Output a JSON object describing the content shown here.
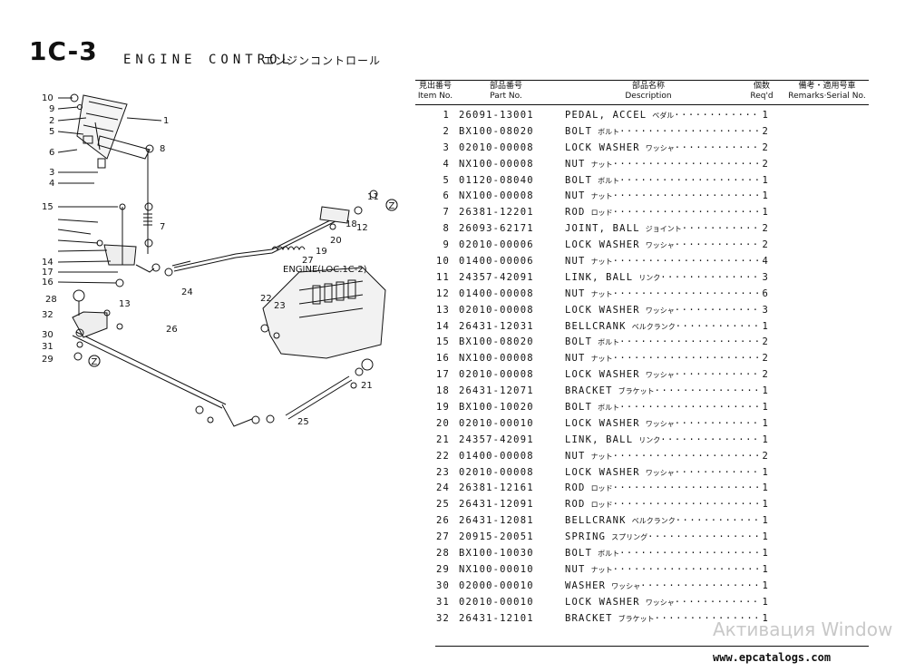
{
  "header": {
    "page_code": "1C-3",
    "section_title": "ENGINE CONTROL",
    "section_title_jp": "エンジンコントロール"
  },
  "columns": {
    "item_no_jp": "見出番号",
    "item_no": "Item No.",
    "part_no_jp": "部品番号",
    "part_no": "Part No.",
    "description_jp": "部品名称",
    "description": "Description",
    "qty_jp": "個数",
    "qty": "Req'd",
    "remarks_jp": "備考・適用号車",
    "remarks": "Remarks·Serial No."
  },
  "diagram": {
    "engine_label": "ENGINE(LOC.1C-2)",
    "ref_marker": "Z",
    "callouts": [
      "1",
      "2",
      "3",
      "4",
      "5",
      "6",
      "7",
      "8",
      "9",
      "10",
      "11",
      "12",
      "13",
      "14",
      "15",
      "16",
      "17",
      "18",
      "19",
      "20",
      "21",
      "22",
      "23",
      "24",
      "25",
      "26",
      "27",
      "28",
      "29",
      "30",
      "31",
      "32"
    ]
  },
  "parts": [
    {
      "no": "1",
      "part": "26091-13001",
      "desc": "PEDAL, ACCEL",
      "jp": "ペダル",
      "qty": "1"
    },
    {
      "no": "2",
      "part": "BX100-08020",
      "desc": "BOLT",
      "jp": "ボルト",
      "qty": "2"
    },
    {
      "no": "3",
      "part": "02010-00008",
      "desc": "LOCK WASHER",
      "jp": "ワッシャ",
      "qty": "2"
    },
    {
      "no": "4",
      "part": "NX100-00008",
      "desc": "NUT",
      "jp": "ナット",
      "qty": "2"
    },
    {
      "no": "5",
      "part": "01120-08040",
      "desc": "BOLT",
      "jp": "ボルト",
      "qty": "1"
    },
    {
      "no": "6",
      "part": "NX100-00008",
      "desc": "NUT",
      "jp": "ナット",
      "qty": "1"
    },
    {
      "no": "7",
      "part": "26381-12201",
      "desc": "ROD",
      "jp": "ロッド",
      "qty": "1"
    },
    {
      "no": "8",
      "part": "26093-62171",
      "desc": "JOINT, BALL",
      "jp": "ジョイント",
      "qty": "2"
    },
    {
      "no": "9",
      "part": "02010-00006",
      "desc": "LOCK WASHER",
      "jp": "ワッシャ",
      "qty": "2"
    },
    {
      "no": "10",
      "part": "01400-00006",
      "desc": "NUT",
      "jp": "ナット",
      "qty": "4"
    },
    {
      "no": "11",
      "part": "24357-42091",
      "desc": "LINK, BALL",
      "jp": "リンク",
      "qty": "3"
    },
    {
      "no": "12",
      "part": "01400-00008",
      "desc": "NUT",
      "jp": "ナット",
      "qty": "6"
    },
    {
      "no": "13",
      "part": "02010-00008",
      "desc": "LOCK WASHER",
      "jp": "ワッシャ",
      "qty": "3"
    },
    {
      "no": "14",
      "part": "26431-12031",
      "desc": "BELLCRANK",
      "jp": "ベルクランク",
      "qty": "1"
    },
    {
      "no": "15",
      "part": "BX100-08020",
      "desc": "BOLT",
      "jp": "ボルト",
      "qty": "2"
    },
    {
      "no": "16",
      "part": "NX100-00008",
      "desc": "NUT",
      "jp": "ナット",
      "qty": "2"
    },
    {
      "no": "17",
      "part": "02010-00008",
      "desc": "LOCK WASHER",
      "jp": "ワッシャ",
      "qty": "2"
    },
    {
      "no": "18",
      "part": "26431-12071",
      "desc": "BRACKET",
      "jp": "ブラケット",
      "qty": "1"
    },
    {
      "no": "19",
      "part": "BX100-10020",
      "desc": "BOLT",
      "jp": "ボルト",
      "qty": "1"
    },
    {
      "no": "20",
      "part": "02010-00010",
      "desc": "LOCK WASHER",
      "jp": "ワッシャ",
      "qty": "1"
    },
    {
      "no": "21",
      "part": "24357-42091",
      "desc": "LINK, BALL",
      "jp": "リンク",
      "qty": "1"
    },
    {
      "no": "22",
      "part": "01400-00008",
      "desc": "NUT",
      "jp": "ナット",
      "qty": "2"
    },
    {
      "no": "23",
      "part": "02010-00008",
      "desc": "LOCK WASHER",
      "jp": "ワッシャ",
      "qty": "1"
    },
    {
      "no": "24",
      "part": "26381-12161",
      "desc": "ROD",
      "jp": "ロッド",
      "qty": "1"
    },
    {
      "no": "25",
      "part": "26431-12091",
      "desc": "ROD",
      "jp": "ロッド",
      "qty": "1"
    },
    {
      "no": "26",
      "part": "26431-12081",
      "desc": "BELLCRANK",
      "jp": "ベルクランク",
      "qty": "1"
    },
    {
      "no": "27",
      "part": "20915-20051",
      "desc": "SPRING",
      "jp": "スプリング",
      "qty": "1"
    },
    {
      "no": "28",
      "part": "BX100-10030",
      "desc": "BOLT",
      "jp": "ボルト",
      "qty": "1"
    },
    {
      "no": "29",
      "part": "NX100-00010",
      "desc": "NUT",
      "jp": "ナット",
      "qty": "1"
    },
    {
      "no": "30",
      "part": "02000-00010",
      "desc": "WASHER",
      "jp": "ワッシャ",
      "qty": "1"
    },
    {
      "no": "31",
      "part": "02010-00010",
      "desc": "LOCK WASHER",
      "jp": "ワッシャ",
      "qty": "1"
    },
    {
      "no": "32",
      "part": "26431-12101",
      "desc": "BRACKET",
      "jp": "ブラケット",
      "qty": "1"
    }
  ],
  "footer": {
    "website": "www.epcatalogs.com",
    "watermark": "Активация Window"
  }
}
